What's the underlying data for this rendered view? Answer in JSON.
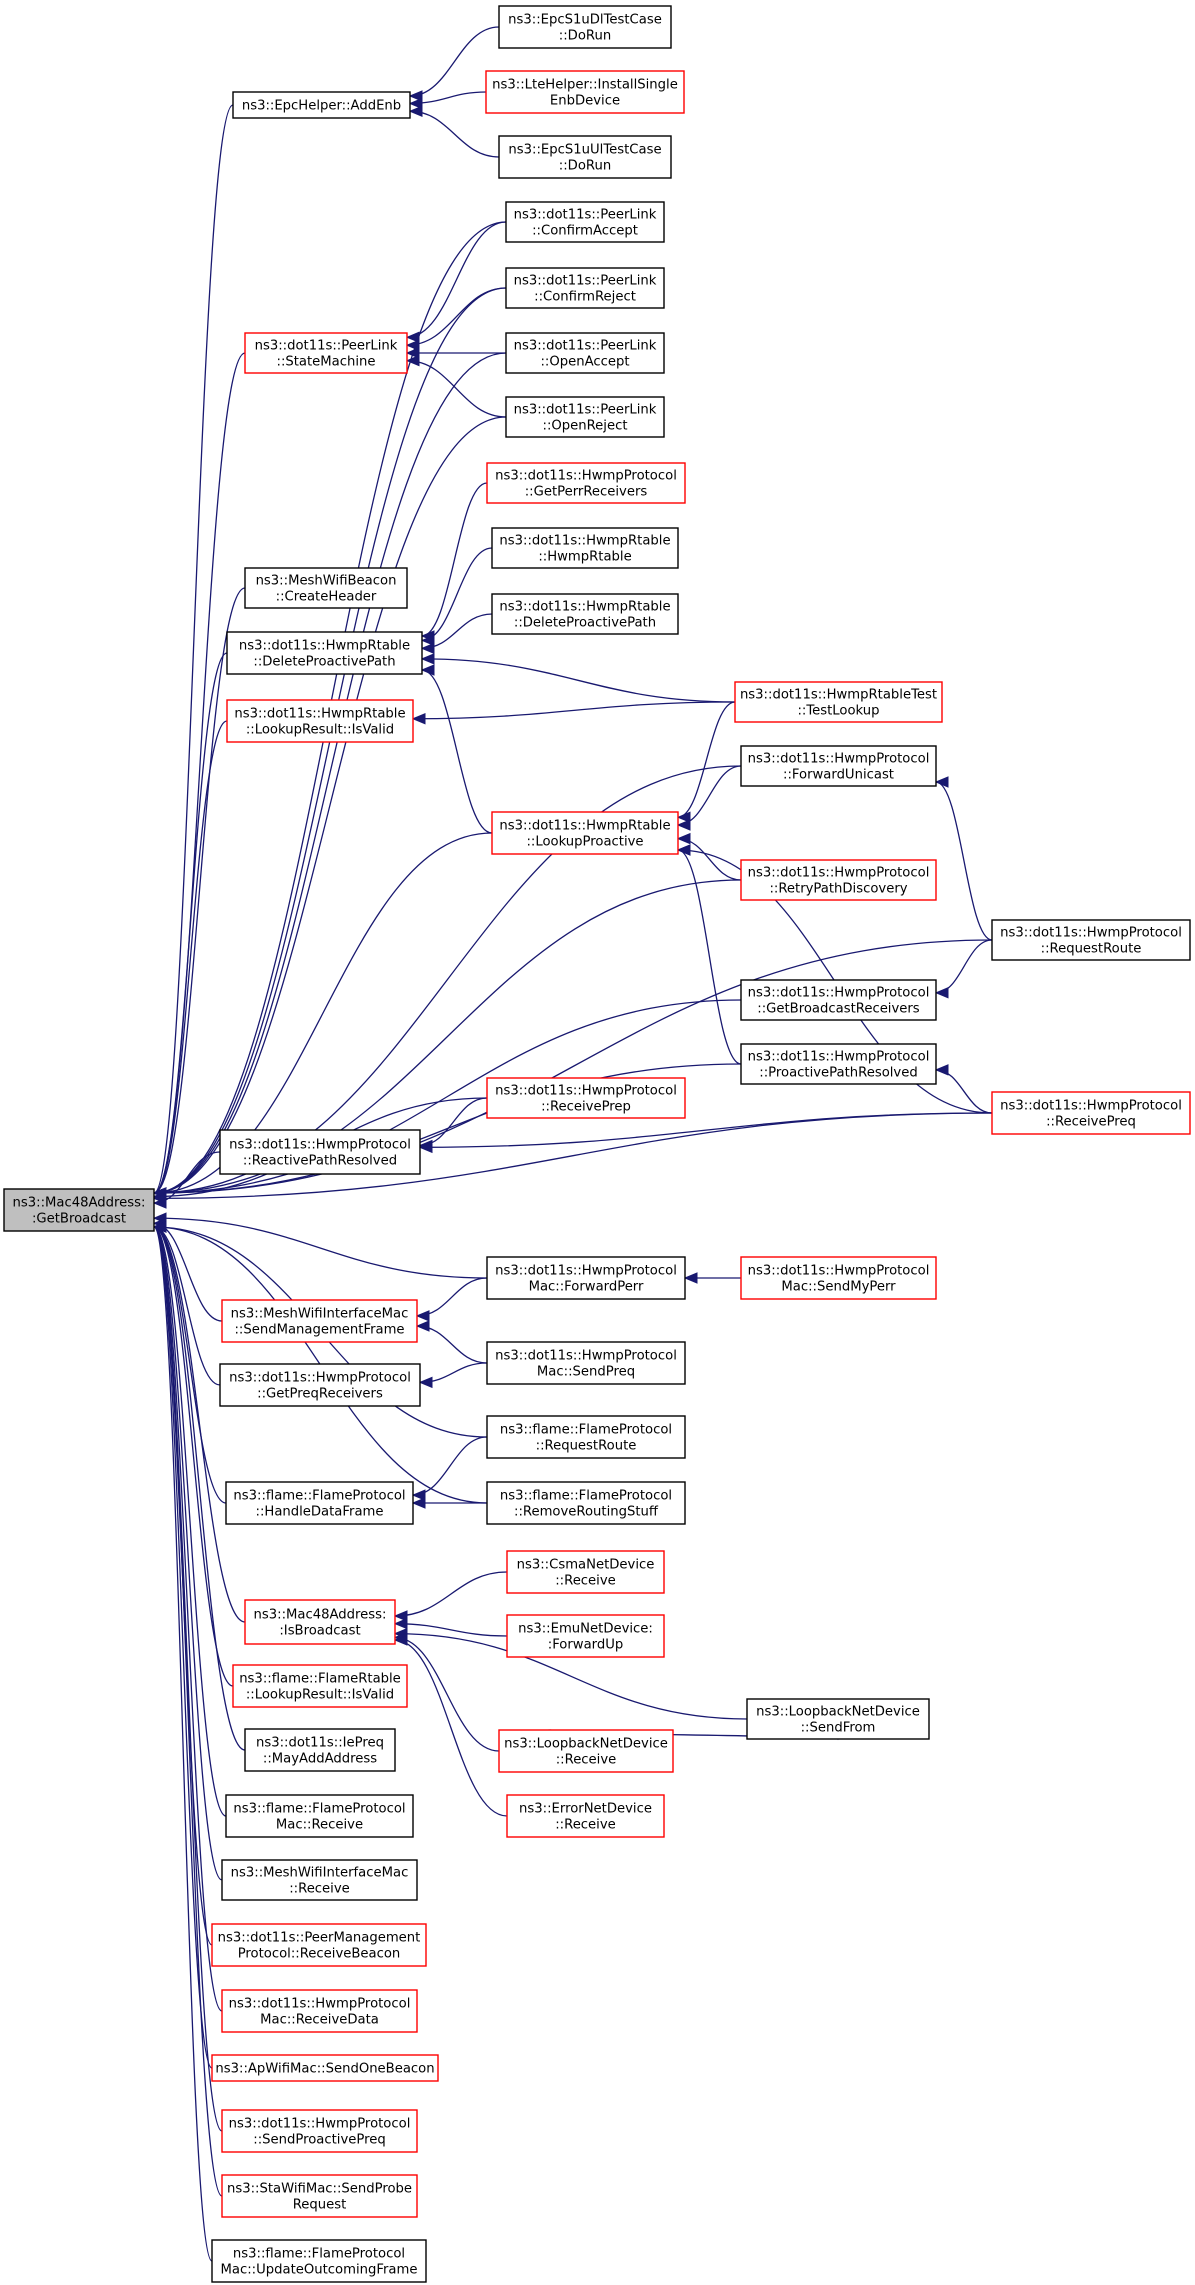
{
  "graph": {
    "type": "call-graph",
    "colors": {
      "edge": "#191970",
      "border_default": "#000000",
      "border_truncated": "#ff0000",
      "fill_root": "#bfbfbf",
      "fill_default": "#ffffff"
    },
    "nodes": [
      {
        "id": "root",
        "lines": [
          "ns3::Mac48Address:",
          ":GetBroadcast"
        ],
        "style": "root"
      },
      {
        "id": "addEnb",
        "lines": [
          "ns3::EpcHelper::AddEnb"
        ],
        "style": "normal"
      },
      {
        "id": "dlDoRun",
        "lines": [
          "ns3::EpcS1uDlTestCase",
          "::DoRun"
        ],
        "style": "normal"
      },
      {
        "id": "lteInstall",
        "lines": [
          "ns3::LteHelper::InstallSingle",
          "EnbDevice"
        ],
        "style": "truncated"
      },
      {
        "id": "ulDoRun",
        "lines": [
          "ns3::EpcS1uUlTestCase",
          "::DoRun"
        ],
        "style": "normal"
      },
      {
        "id": "confirmAccept",
        "lines": [
          "ns3::dot11s::PeerLink",
          "::ConfirmAccept"
        ],
        "style": "normal"
      },
      {
        "id": "confirmReject",
        "lines": [
          "ns3::dot11s::PeerLink",
          "::ConfirmReject"
        ],
        "style": "normal"
      },
      {
        "id": "stateMachine",
        "lines": [
          "ns3::dot11s::PeerLink",
          "::StateMachine"
        ],
        "style": "truncated"
      },
      {
        "id": "openAccept",
        "lines": [
          "ns3::dot11s::PeerLink",
          "::OpenAccept"
        ],
        "style": "normal"
      },
      {
        "id": "openReject",
        "lines": [
          "ns3::dot11s::PeerLink",
          "::OpenReject"
        ],
        "style": "normal"
      },
      {
        "id": "getPerrReceivers",
        "lines": [
          "ns3::dot11s::HwmpProtocol",
          "::GetPerrReceivers"
        ],
        "style": "truncated"
      },
      {
        "id": "hwmpRtableCtor",
        "lines": [
          "ns3::dot11s::HwmpRtable",
          "::HwmpRtable"
        ],
        "style": "normal"
      },
      {
        "id": "meshWifiBeacon",
        "lines": [
          "ns3::MeshWifiBeacon",
          "::CreateHeader"
        ],
        "style": "normal"
      },
      {
        "id": "deleteProactive",
        "lines": [
          "ns3::dot11s::HwmpRtable",
          "::DeleteProactivePath"
        ],
        "style": "normal"
      },
      {
        "id": "deleteProactiveR",
        "lines": [
          "ns3::dot11s::HwmpRtable",
          "::DeleteProactivePath"
        ],
        "style": "normal"
      },
      {
        "id": "testLookup",
        "lines": [
          "ns3::dot11s::HwmpRtableTest",
          "::TestLookup"
        ],
        "style": "truncated"
      },
      {
        "id": "lookupResultIsValid",
        "lines": [
          "ns3::dot11s::HwmpRtable",
          "::LookupResult::IsValid"
        ],
        "style": "truncated"
      },
      {
        "id": "forwardUnicast",
        "lines": [
          "ns3::dot11s::HwmpProtocol",
          "::ForwardUnicast"
        ],
        "style": "normal"
      },
      {
        "id": "lookupProactive",
        "lines": [
          "ns3::dot11s::HwmpRtable",
          "::LookupProactive"
        ],
        "style": "truncated"
      },
      {
        "id": "retryPath",
        "lines": [
          "ns3::dot11s::HwmpProtocol",
          "::RetryPathDiscovery"
        ],
        "style": "truncated"
      },
      {
        "id": "requestRoute",
        "lines": [
          "ns3::dot11s::HwmpProtocol",
          "::RequestRoute"
        ],
        "style": "normal"
      },
      {
        "id": "getBroadcastReceivers",
        "lines": [
          "ns3::dot11s::HwmpProtocol",
          "::GetBroadcastReceivers"
        ],
        "style": "normal"
      },
      {
        "id": "proactiveResolved",
        "lines": [
          "ns3::dot11s::HwmpProtocol",
          "::ProactivePathResolved"
        ],
        "style": "normal"
      },
      {
        "id": "receivePrep",
        "lines": [
          "ns3::dot11s::HwmpProtocol",
          "::ReceivePrep"
        ],
        "style": "truncated"
      },
      {
        "id": "reactiveResolved",
        "lines": [
          "ns3::dot11s::HwmpProtocol",
          "::ReactivePathResolved"
        ],
        "style": "normal"
      },
      {
        "id": "receivePreq",
        "lines": [
          "ns3::dot11s::HwmpProtocol",
          "::ReceivePreq"
        ],
        "style": "truncated"
      },
      {
        "id": "forwardPerr",
        "lines": [
          "ns3::dot11s::HwmpProtocol",
          "Mac::ForwardPerr"
        ],
        "style": "normal"
      },
      {
        "id": "sendMyPerr",
        "lines": [
          "ns3::dot11s::HwmpProtocol",
          "Mac::SendMyPerr"
        ],
        "style": "truncated"
      },
      {
        "id": "sendMgmtFrame",
        "lines": [
          "ns3::MeshWifiInterfaceMac",
          "::SendManagementFrame"
        ],
        "style": "truncated"
      },
      {
        "id": "sendPreq",
        "lines": [
          "ns3::dot11s::HwmpProtocol",
          "Mac::SendPreq"
        ],
        "style": "normal"
      },
      {
        "id": "getPreqReceivers",
        "lines": [
          "ns3::dot11s::HwmpProtocol",
          "::GetPreqReceivers"
        ],
        "style": "normal"
      },
      {
        "id": "flameRequestRoute",
        "lines": [
          "ns3::flame::FlameProtocol",
          "::RequestRoute"
        ],
        "style": "normal"
      },
      {
        "id": "handleDataFrame",
        "lines": [
          "ns3::flame::FlameProtocol",
          "::HandleDataFrame"
        ],
        "style": "normal"
      },
      {
        "id": "removeRoutingStuff",
        "lines": [
          "ns3::flame::FlameProtocol",
          "::RemoveRoutingStuff"
        ],
        "style": "normal"
      },
      {
        "id": "csmaReceive",
        "lines": [
          "ns3::CsmaNetDevice",
          "::Receive"
        ],
        "style": "truncated"
      },
      {
        "id": "isBroadcast",
        "lines": [
          "ns3::Mac48Address:",
          ":IsBroadcast"
        ],
        "style": "truncated"
      },
      {
        "id": "emuForwardUp",
        "lines": [
          "ns3::EmuNetDevice:",
          ":ForwardUp"
        ],
        "style": "truncated"
      },
      {
        "id": "flameRtableIsValid",
        "lines": [
          "ns3::flame::FlameRtable",
          "::LookupResult::IsValid"
        ],
        "style": "truncated"
      },
      {
        "id": "loopbackSendFrom",
        "lines": [
          "ns3::LoopbackNetDevice",
          "::SendFrom"
        ],
        "style": "normal"
      },
      {
        "id": "loopbackReceive",
        "lines": [
          "ns3::LoopbackNetDevice",
          "::Receive"
        ],
        "style": "truncated"
      },
      {
        "id": "iePreq",
        "lines": [
          "ns3::dot11s::IePreq",
          "::MayAddAddress"
        ],
        "style": "normal"
      },
      {
        "id": "errorReceive",
        "lines": [
          "ns3::ErrorNetDevice",
          "::Receive"
        ],
        "style": "truncated"
      },
      {
        "id": "flameMacReceive",
        "lines": [
          "ns3::flame::FlameProtocol",
          "Mac::Receive"
        ],
        "style": "normal"
      },
      {
        "id": "meshMacReceive",
        "lines": [
          "ns3::MeshWifiInterfaceMac",
          "::Receive"
        ],
        "style": "normal"
      },
      {
        "id": "peerMgmtBeacon",
        "lines": [
          "ns3::dot11s::PeerManagement",
          "Protocol::ReceiveBeacon"
        ],
        "style": "truncated"
      },
      {
        "id": "receiveData",
        "lines": [
          "ns3::dot11s::HwmpProtocol",
          "Mac::ReceiveData"
        ],
        "style": "truncated"
      },
      {
        "id": "apSendBeacon",
        "lines": [
          "ns3::ApWifiMac::SendOneBeacon"
        ],
        "style": "truncated"
      },
      {
        "id": "sendProactivePreq",
        "lines": [
          "ns3::dot11s::HwmpProtocol",
          "::SendProactivePreq"
        ],
        "style": "truncated"
      },
      {
        "id": "staSendProbe",
        "lines": [
          "ns3::StaWifiMac::SendProbe",
          "Request"
        ],
        "style": "truncated"
      },
      {
        "id": "updateOutcoming",
        "lines": [
          "ns3::flame::FlameProtocol",
          "Mac::UpdateOutcomingFrame"
        ],
        "style": "normal"
      }
    ],
    "edges": [
      [
        "addEnb",
        "root"
      ],
      [
        "confirmAccept",
        "root"
      ],
      [
        "confirmReject",
        "root"
      ],
      [
        "stateMachine",
        "root"
      ],
      [
        "openAccept",
        "root"
      ],
      [
        "openReject",
        "root"
      ],
      [
        "meshWifiBeacon",
        "root"
      ],
      [
        "deleteProactive",
        "root"
      ],
      [
        "lookupResultIsValid",
        "root"
      ],
      [
        "forwardUnicast",
        "root"
      ],
      [
        "lookupProactive",
        "root"
      ],
      [
        "retryPath",
        "root"
      ],
      [
        "requestRoute",
        "root"
      ],
      [
        "getBroadcastReceivers",
        "root"
      ],
      [
        "proactiveResolved",
        "root"
      ],
      [
        "receivePrep",
        "root"
      ],
      [
        "reactiveResolved",
        "root"
      ],
      [
        "receivePreq",
        "root"
      ],
      [
        "forwardPerr",
        "root"
      ],
      [
        "sendMgmtFrame",
        "root"
      ],
      [
        "getPreqReceivers",
        "root"
      ],
      [
        "flameRequestRoute",
        "root"
      ],
      [
        "handleDataFrame",
        "root"
      ],
      [
        "removeRoutingStuff",
        "root"
      ],
      [
        "isBroadcast",
        "root"
      ],
      [
        "flameRtableIsValid",
        "root"
      ],
      [
        "iePreq",
        "root"
      ],
      [
        "flameMacReceive",
        "root"
      ],
      [
        "meshMacReceive",
        "root"
      ],
      [
        "peerMgmtBeacon",
        "root"
      ],
      [
        "receiveData",
        "root"
      ],
      [
        "apSendBeacon",
        "root"
      ],
      [
        "sendProactivePreq",
        "root"
      ],
      [
        "staSendProbe",
        "root"
      ],
      [
        "updateOutcoming",
        "root"
      ],
      [
        "dlDoRun",
        "addEnb"
      ],
      [
        "lteInstall",
        "addEnb"
      ],
      [
        "ulDoRun",
        "addEnb"
      ],
      [
        "confirmAccept",
        "stateMachine"
      ],
      [
        "confirmReject",
        "stateMachine"
      ],
      [
        "openAccept",
        "stateMachine"
      ],
      [
        "openReject",
        "stateMachine"
      ],
      [
        "getPerrReceivers",
        "deleteProactive"
      ],
      [
        "hwmpRtableCtor",
        "deleteProactive"
      ],
      [
        "deleteProactiveR",
        "deleteProactive"
      ],
      [
        "testLookup",
        "deleteProactive"
      ],
      [
        "lookupProactive",
        "deleteProactive"
      ],
      [
        "testLookup",
        "lookupResultIsValid"
      ],
      [
        "testLookup",
        "lookupProactive"
      ],
      [
        "forwardUnicast",
        "lookupProactive"
      ],
      [
        "retryPath",
        "lookupProactive"
      ],
      [
        "receivePreq",
        "lookupProactive"
      ],
      [
        "proactiveResolved",
        "lookupProactive"
      ],
      [
        "requestRoute",
        "forwardUnicast"
      ],
      [
        "requestRoute",
        "getBroadcastReceivers"
      ],
      [
        "receivePreq",
        "proactiveResolved"
      ],
      [
        "receivePrep",
        "reactiveResolved"
      ],
      [
        "receivePreq",
        "reactiveResolved"
      ],
      [
        "sendMyPerr",
        "forwardPerr"
      ],
      [
        "forwardPerr",
        "sendMgmtFrame"
      ],
      [
        "sendPreq",
        "sendMgmtFrame"
      ],
      [
        "sendPreq",
        "getPreqReceivers"
      ],
      [
        "flameRequestRoute",
        "handleDataFrame"
      ],
      [
        "removeRoutingStuff",
        "handleDataFrame"
      ],
      [
        "csmaReceive",
        "isBroadcast"
      ],
      [
        "emuForwardUp",
        "isBroadcast"
      ],
      [
        "loopbackSendFrom",
        "isBroadcast"
      ],
      [
        "loopbackReceive",
        "isBroadcast"
      ],
      [
        "errorReceive",
        "isBroadcast"
      ],
      [
        "loopbackReceive",
        "loopbackSendFrom"
      ]
    ]
  }
}
